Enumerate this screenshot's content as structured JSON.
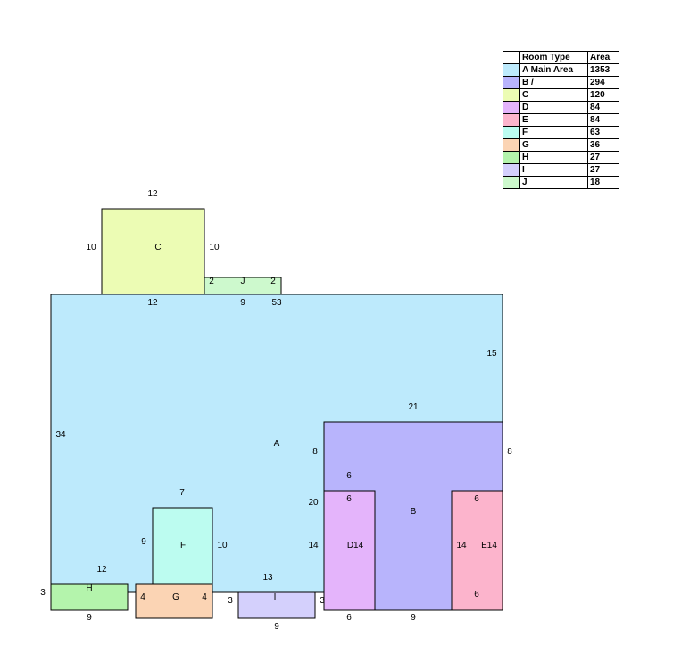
{
  "legend": {
    "header_type": "Room Type",
    "header_area": "Area",
    "rows": [
      {
        "key": "A",
        "label": "A Main Area",
        "area": "1353",
        "color": "#bdeafc"
      },
      {
        "key": "B",
        "label": "B /",
        "area": "294",
        "color": "#b8b4fc"
      },
      {
        "key": "C",
        "label": "C",
        "area": "120",
        "color": "#ecfcb4"
      },
      {
        "key": "D",
        "label": "D",
        "area": "84",
        "color": "#e4b4fb"
      },
      {
        "key": "E",
        "label": "E",
        "area": "84",
        "color": "#fcb4cc"
      },
      {
        "key": "F",
        "label": "F",
        "area": "63",
        "color": "#bcfcf0"
      },
      {
        "key": "G",
        "label": "G",
        "area": "36",
        "color": "#fbd4b4"
      },
      {
        "key": "H",
        "label": "H",
        "area": "27",
        "color": "#b4f4ac"
      },
      {
        "key": "I",
        "label": "I",
        "area": "27",
        "color": "#d4d0fc"
      },
      {
        "key": "J",
        "label": "J",
        "area": "18",
        "color": "#cdf9cd"
      }
    ]
  },
  "rooms": {
    "A": {
      "label": "A",
      "dims": [
        "12",
        "15",
        "21",
        "34",
        "8",
        "20",
        "14",
        "13",
        "3"
      ]
    },
    "B": {
      "label": "B",
      "dims": [
        "8",
        "6",
        "9"
      ]
    },
    "C": {
      "label": "C",
      "dims": [
        "12",
        "10",
        "10",
        "12"
      ]
    },
    "D": {
      "label": "D",
      "dims": [
        "14",
        "6",
        "6"
      ]
    },
    "E": {
      "label": "E",
      "dims": [
        "14",
        "6",
        "14",
        "6"
      ]
    },
    "F": {
      "label": "F",
      "dims": [
        "7",
        "9",
        "10"
      ]
    },
    "G": {
      "label": "G",
      "dims": [
        "4",
        "4"
      ]
    },
    "H": {
      "label": "H",
      "dims": [
        "3",
        "12",
        "9"
      ]
    },
    "I": {
      "label": "I",
      "dims": [
        "3",
        "9"
      ]
    },
    "J": {
      "label": "J",
      "dims": [
        "2",
        "2",
        "9",
        "53"
      ]
    }
  }
}
